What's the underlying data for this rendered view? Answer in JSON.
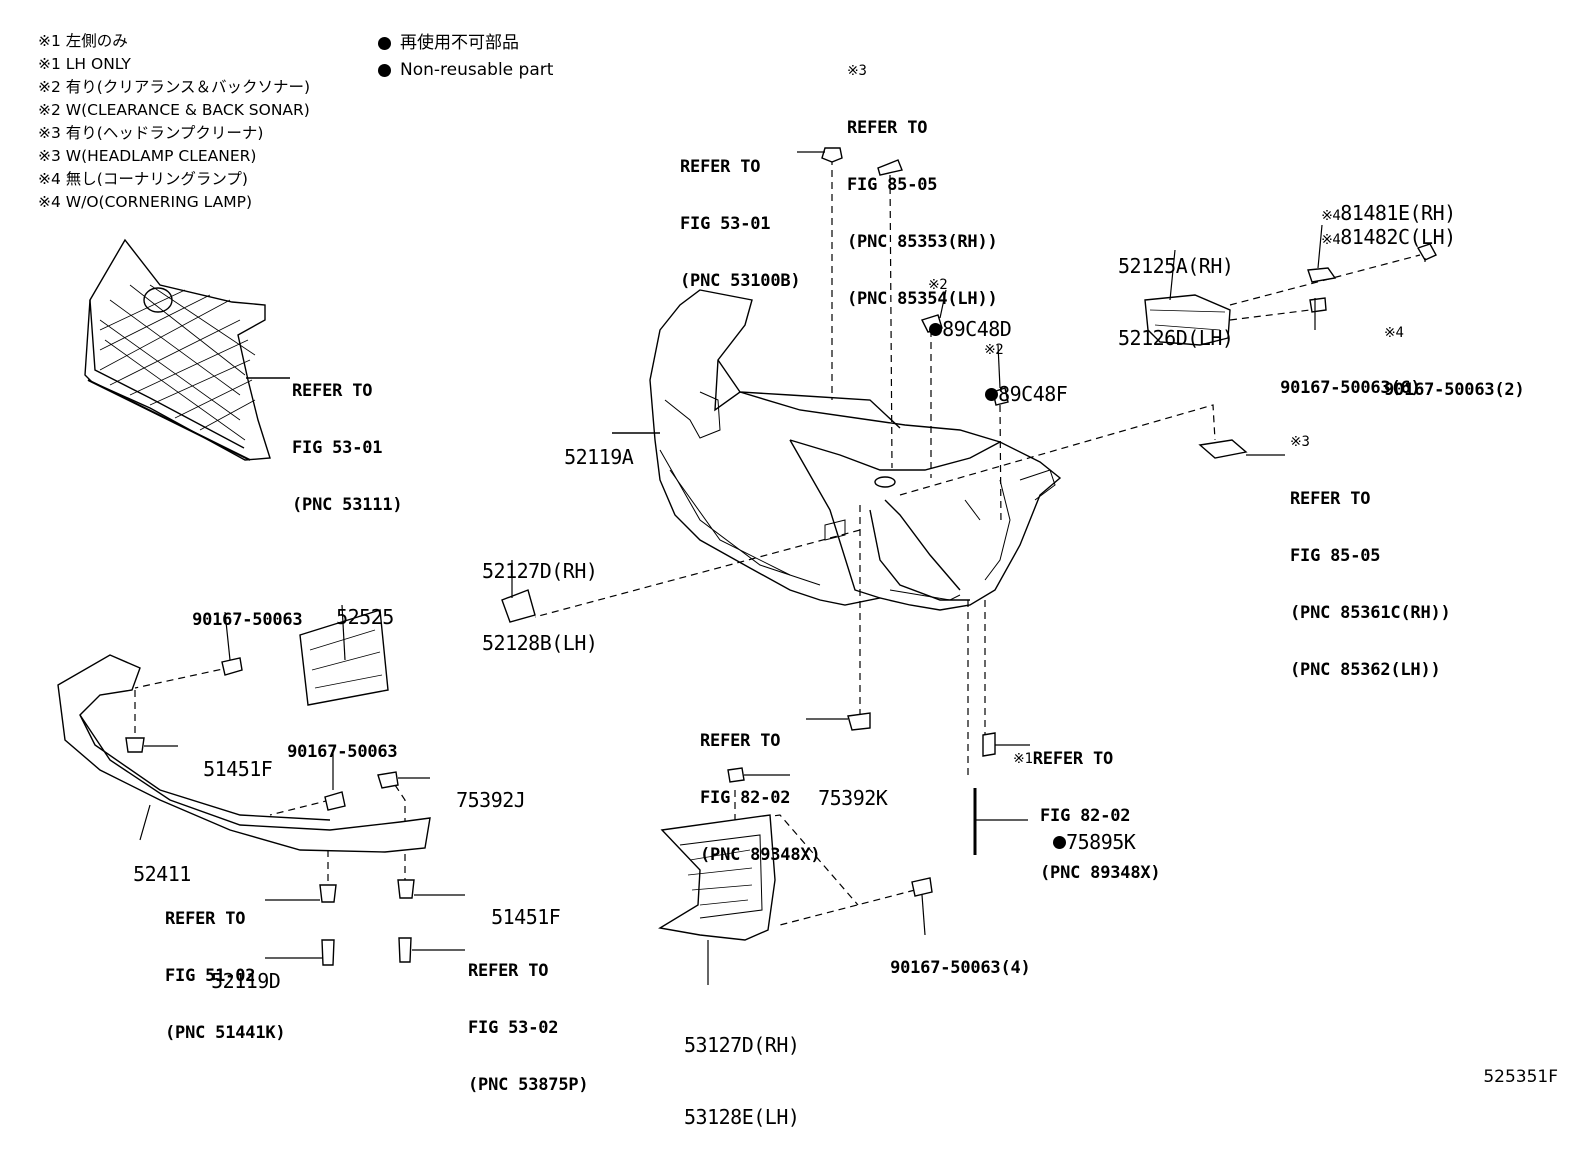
{
  "legend": {
    "lines": [
      "※1 左側のみ",
      "※1 LH ONLY",
      "※2 有り(クリアランス＆バックソナー)",
      "※2 W(CLEARANCE & BACK SONAR)",
      "※3 有り(ヘッドランプクリーナ)",
      "※3 W(HEADLAMP CLEANER)",
      "※4 無し(コーナリングランプ)",
      "※4 W/O(CORNERING LAMP)"
    ],
    "non_reusable_jp": "再使用不可部品",
    "non_reusable_en": "Non-reusable part"
  },
  "labels": {
    "fig8505_top": {
      "mark": "※3",
      "lines": [
        "REFER TO",
        "FIG 85-05",
        "(PNC 85353(RH))",
        "(PNC 85354(LH))"
      ]
    },
    "fig5301_clip": {
      "lines": [
        "REFER TO",
        "FIG 53-01",
        "(PNC 53100B)"
      ]
    },
    "fig5301_grille": {
      "lines": [
        "REFER TO",
        "FIG 53-01",
        "(PNC 53111)"
      ]
    },
    "sonar_d": {
      "mark": "※2",
      "part": "89C48D"
    },
    "sonar_f": {
      "mark": "※2",
      "part": "89C48F"
    },
    "bracket": {
      "lines": [
        "52125A(RH)",
        "52126D(LH)"
      ]
    },
    "lamp_rh": {
      "mark": "※4",
      "part": "81481E(RH)"
    },
    "lamp_lh": {
      "mark": "※4",
      "part": "81482C(LH)"
    },
    "screw_lamp": {
      "mark": "※4",
      "part": "90167-50063(2)"
    },
    "screw_bracket": {
      "part": "90167-50063(6)"
    },
    "bumper": {
      "part": "52119A"
    },
    "fig8505_right": {
      "mark": "※3",
      "lines": [
        "REFER TO",
        "FIG 85-05",
        "(PNC 85361C(RH))",
        "(PNC 85362(LH))"
      ]
    },
    "tow_cover": {
      "lines": [
        "52127D(RH)",
        "52128B(LH)"
      ]
    },
    "screw_left_top": {
      "part": "90167-50063"
    },
    "retainer": {
      "part": "52525"
    },
    "clip_51451_top": {
      "part": "51451F"
    },
    "screw_left_mid": {
      "part": "90167-50063"
    },
    "p75392j": {
      "part": "75392J"
    },
    "spoiler": {
      "part": "52411"
    },
    "fig5102": {
      "lines": [
        "REFER TO",
        "FIG 51-02",
        "(PNC 51441K)"
      ]
    },
    "clip_51451_bot": {
      "part": "51451F"
    },
    "p52119d": {
      "part": "52119D"
    },
    "fig5302": {
      "lines": [
        "REFER TO",
        "FIG 53-02",
        "(PNC 53875P)"
      ]
    },
    "fig8202_left": {
      "lines": [
        "REFER TO",
        "FIG 82-02",
        "(PNC 89348X)"
      ]
    },
    "fig8202_right": {
      "mark": "※1",
      "lines": [
        "REFER TO",
        "FIG 82-02",
        "(PNC 89348X)"
      ]
    },
    "p75392k": {
      "part": "75392K"
    },
    "p75895k": {
      "part": "75895K"
    },
    "screw_bottom": {
      "part": "90167-50063(4)"
    },
    "fog_cover": {
      "lines": [
        "53127D(RH)",
        "53128E(LH)"
      ]
    }
  },
  "diagram_code": "525351F"
}
